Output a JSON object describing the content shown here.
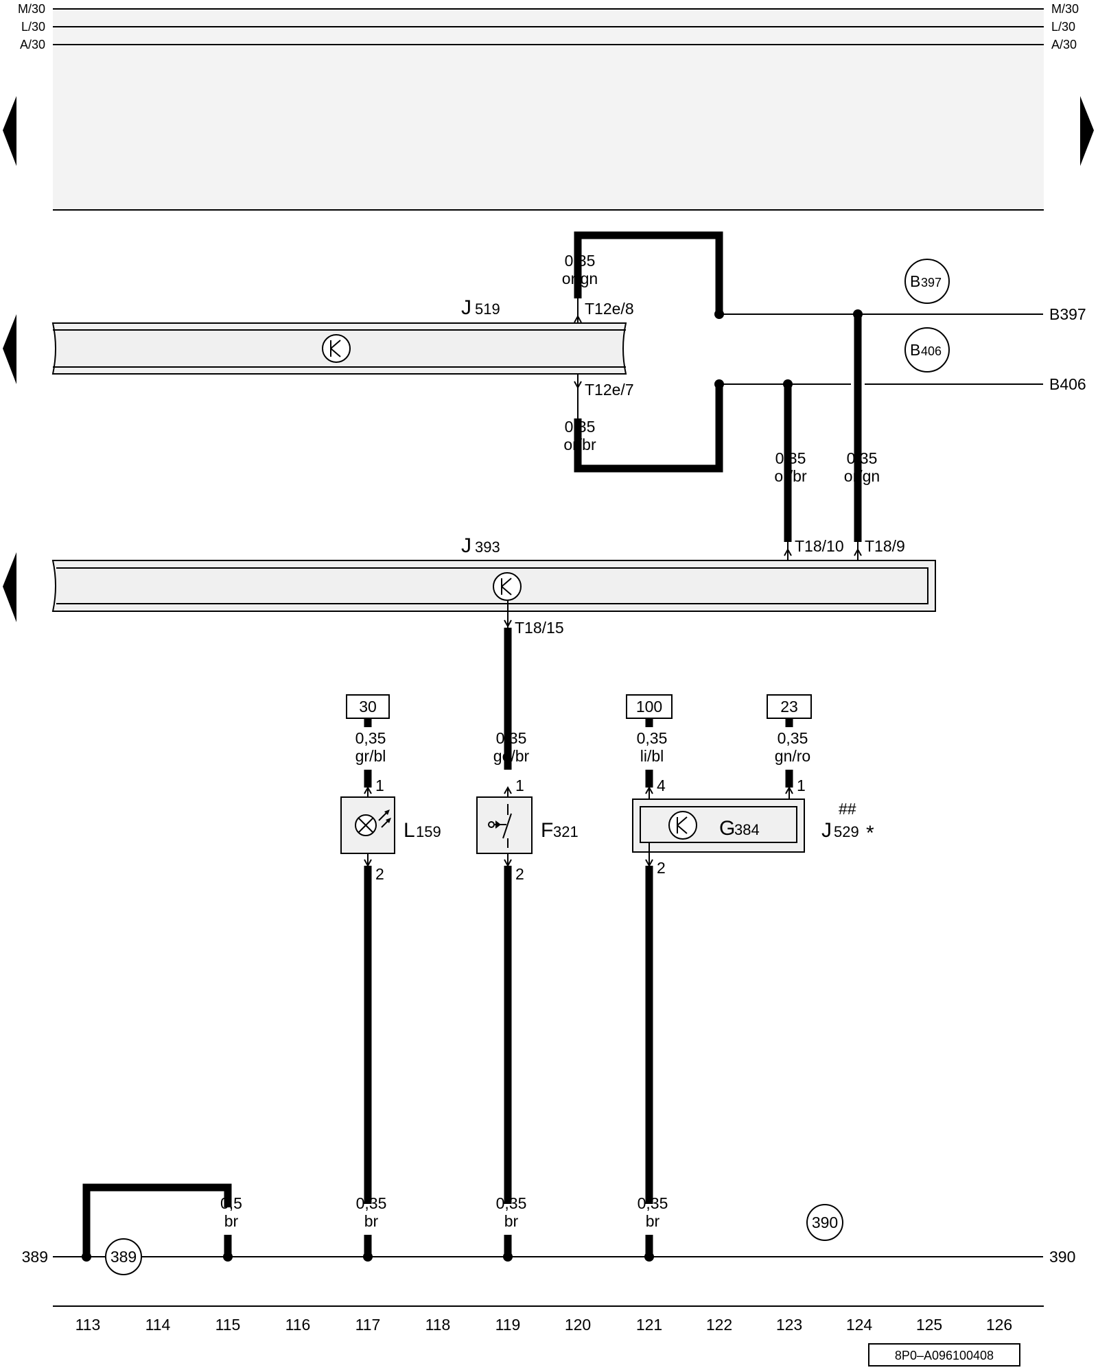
{
  "rails": [
    {
      "id": "m30",
      "left": "M/30",
      "right": "M/30"
    },
    {
      "id": "l30",
      "left": "L/30",
      "right": "L/30"
    },
    {
      "id": "a30",
      "left": "A/30",
      "right": "A/30"
    }
  ],
  "modules": {
    "j519": {
      "name": "J",
      "sub": "519"
    },
    "j393": {
      "name": "J",
      "sub": "393"
    }
  },
  "pins": {
    "t12e8": "T12e/8",
    "t12e7": "T12e/7",
    "t18_10": "T18/10",
    "t18_9": "T18/9",
    "t18_15": "T18/15"
  },
  "wires": {
    "top_orgn": {
      "size": "0,35",
      "color": "or/gn"
    },
    "top_orbr": {
      "size": "0,35",
      "color": "or/br"
    },
    "mid_orbr": {
      "size": "0,35",
      "color": "or/br"
    },
    "mid_orgn": {
      "size": "0,35",
      "color": "or/gn"
    },
    "w117_top": {
      "size": "0,35",
      "color": "gr/bl"
    },
    "w119_top": {
      "size": "0,35",
      "color": "ge/br"
    },
    "w121_top": {
      "size": "0,35",
      "color": "li/bl"
    },
    "w123_top": {
      "size": "0,35",
      "color": "gn/ro"
    },
    "w115_bot": {
      "size": "0,5",
      "color": "br"
    },
    "w117_bot": {
      "size": "0,35",
      "color": "br"
    },
    "w119_bot": {
      "size": "0,35",
      "color": "br"
    },
    "w121_bot": {
      "size": "0,35",
      "color": "br"
    }
  },
  "connections": {
    "b397": {
      "circle_letter": "B",
      "circle_sub": "397",
      "line_label": "B397"
    },
    "b406": {
      "circle_letter": "B",
      "circle_sub": "406",
      "line_label": "B406"
    },
    "c389": {
      "circle": "389",
      "line_label": "389"
    },
    "c390": {
      "circle": "390",
      "line_label": "390"
    }
  },
  "refs": {
    "r30": "30",
    "r100": "100",
    "r23": "23"
  },
  "components": {
    "l159": {
      "name": "L",
      "sub": "159",
      "pin_top": "1",
      "pin_bot": "2"
    },
    "f321": {
      "name": "F",
      "sub": "321",
      "pin_top": "1",
      "pin_bot": "2"
    },
    "g384": {
      "name": "G",
      "sub": "384",
      "pin_left": "4",
      "pin_right": "1",
      "pin_bot": "2"
    },
    "j529": {
      "name": "J",
      "sub": "529",
      "mark": "*",
      "hash": "##"
    }
  },
  "columns": [
    "113",
    "114",
    "115",
    "116",
    "117",
    "118",
    "119",
    "120",
    "121",
    "122",
    "123",
    "124",
    "125",
    "126"
  ],
  "doc_code": "8P0–A096100408"
}
